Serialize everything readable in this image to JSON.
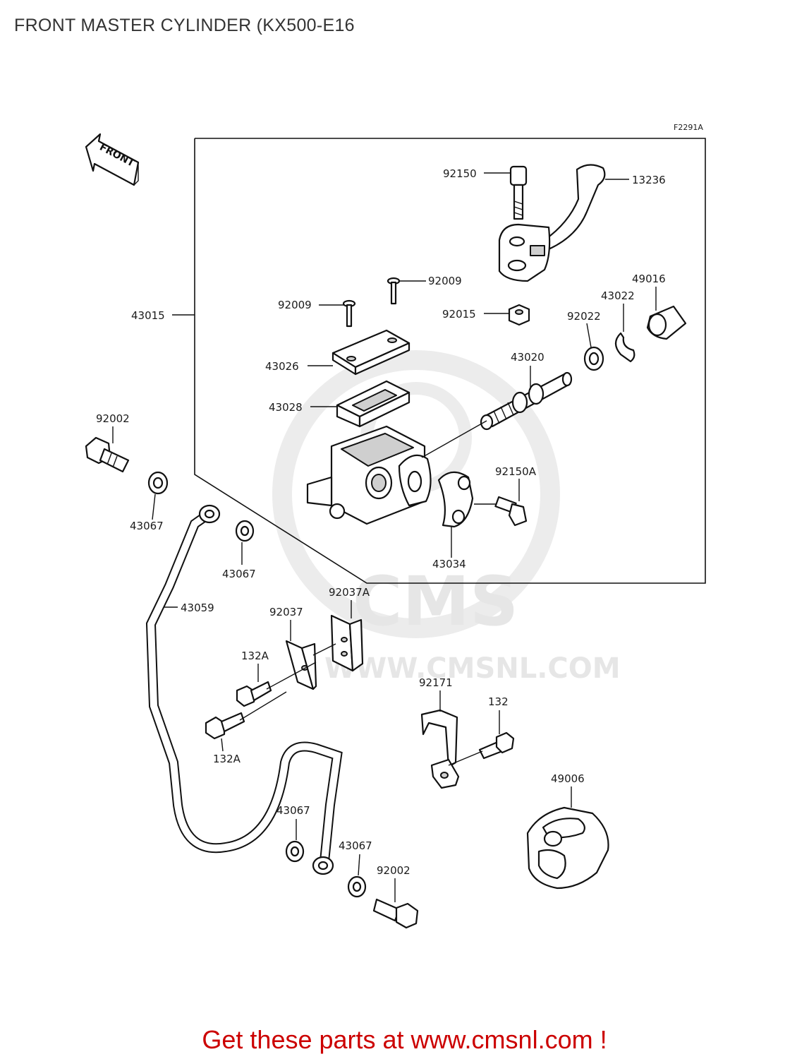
{
  "title": "FRONT MASTER CYLINDER (KX500-E16",
  "drawing_code": "F2291A",
  "front_marker": "FRONT",
  "watermark": {
    "logo": "CMS",
    "url": "WWW.CMSNL.COM"
  },
  "parts": {
    "p92150": "92150",
    "p13236": "13236",
    "p92009a": "92009",
    "p92009b": "92009",
    "p43022": "43022",
    "p49016": "49016",
    "p43015": "43015",
    "p92015": "92015",
    "p92022": "92022",
    "p43026": "43026",
    "p43020": "43020",
    "p43028": "43028",
    "p92002a": "92002",
    "p92150A": "92150A",
    "p43067a": "43067",
    "p43067b": "43067",
    "p43034": "43034",
    "p92037A": "92037A",
    "p43059": "43059",
    "p92037": "92037",
    "p132Aa": "132A",
    "p92171": "92171",
    "p132": "132",
    "p132Ab": "132A",
    "p49006": "49006",
    "p43067c": "43067",
    "p43067d": "43067",
    "p92002b": "92002"
  },
  "footer": "Get these parts at www.cmsnl.com !"
}
